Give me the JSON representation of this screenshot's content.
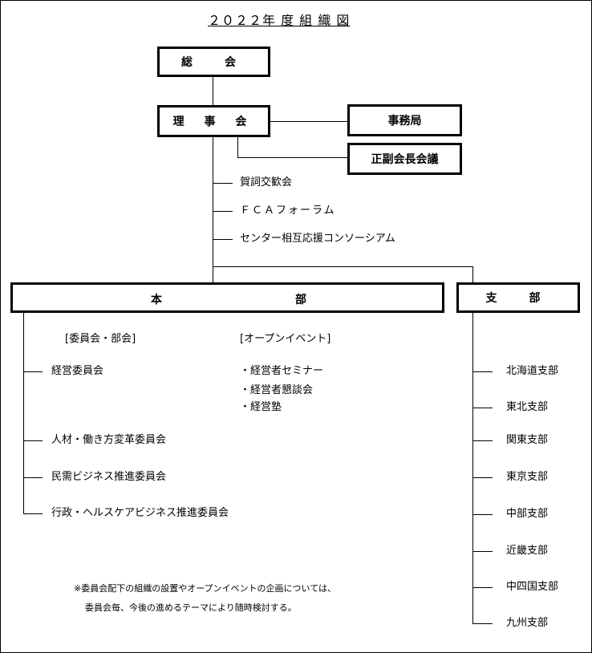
{
  "title": "２０２２年 度 組 織 図",
  "boxes": {
    "general_assembly": "総　会",
    "board": "理 事 会",
    "secretariat": "事務局",
    "chair_meeting": "正副会長会議",
    "headquarters_left": "本",
    "headquarters_right": "部",
    "branches": "支　部"
  },
  "board_events": [
    "賀詞交歓会",
    "ＦＣＡフォーラム",
    "センター相互応援コンソーシアム"
  ],
  "headquarters": {
    "committees_heading": "[委員会・部会]",
    "open_events_heading": "[オープンイベント]",
    "committees": [
      "経営委員会",
      "人材・働き方変革委員会",
      "民需ビジネス推進委員会",
      "行政・ヘルスケアビジネス推進委員会"
    ],
    "open_events": [
      "・経営者セミナー",
      "・経営者懇談会",
      "・経営塾"
    ]
  },
  "branches": [
    "北海道支部",
    "東北支部",
    "関東支部",
    "東京支部",
    "中部支部",
    "近畿支部",
    "中四国支部",
    "九州支部"
  ],
  "note": [
    "※委員会配下の組織の設置やオープンイベントの企画については、",
    "委員会毎、今後の進めるテーマにより随時検討する。"
  ]
}
